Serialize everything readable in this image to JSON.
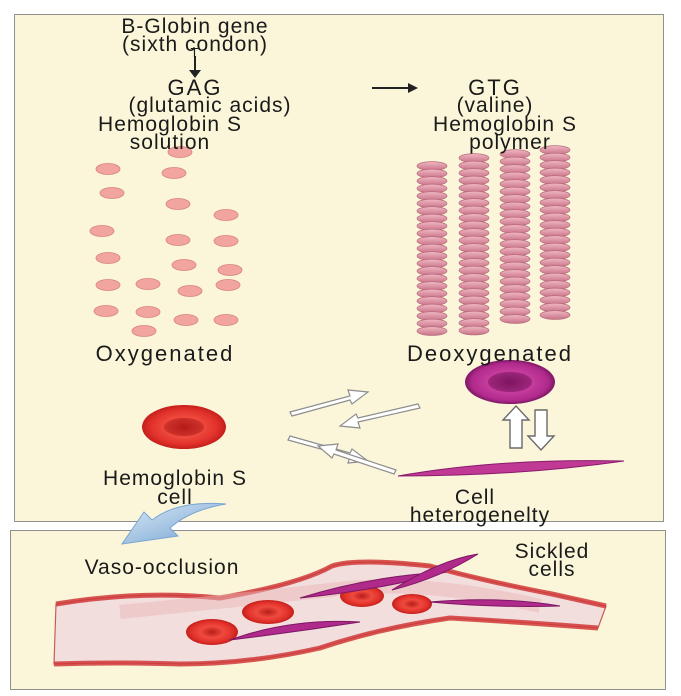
{
  "diagram": {
    "gene_line1": "B-Globin gene",
    "gene_line2": "(sixth condon)",
    "mutation_base": "T",
    "codon_from": "GAG",
    "codon_from_desc": "(glutamic acids)",
    "codon_to": "GTG",
    "codon_to_desc": "(valine)",
    "hbs_solution_line1": "Hemoglobin S",
    "hbs_solution_line2": "solution",
    "hbs_polymer_line1": "Hemoglobin S",
    "hbs_polymer_line2": "polymer",
    "state_oxy": "Oxygenated",
    "state_deoxy": "Deoxygenated",
    "cell_label_line1": "Hemoglobin S",
    "cell_label_line2": "cell",
    "heterogeneity_line1": "Cell",
    "heterogeneity_line2": "heterogenelty",
    "vaso_occlusion": "Vaso-occlusion",
    "sickled_line1": "Sickled",
    "sickled_line2": "cells"
  },
  "colors": {
    "panel_bg": "#fbf6d9",
    "molecule": "#f2a4a0",
    "polymer_disc": "#d98ca0",
    "red_cell": "#e0302a",
    "sickle_cell": "#b02a8c",
    "vessel": "#d8a9a9",
    "arrow_blue": "#9fc3e6"
  }
}
